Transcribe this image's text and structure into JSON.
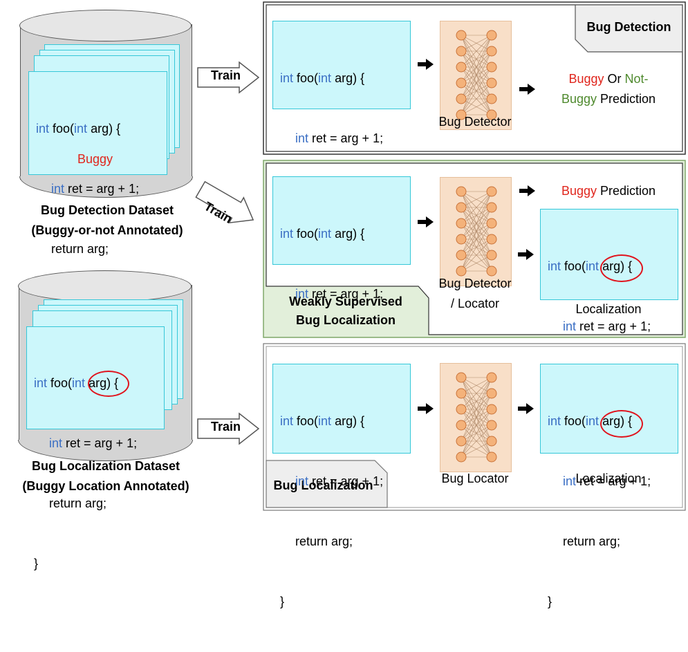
{
  "datasets": {
    "detection": {
      "line1": "Bug Detection Dataset",
      "line2": "(Buggy-or-not Annotated)",
      "annotation": "Buggy"
    },
    "localization": {
      "line1": "Bug Localization Dataset",
      "line2": "(Buggy Location Annotated)"
    }
  },
  "code": {
    "kw_int": "int",
    "foo_open": " foo(",
    "arg_open": " arg) {",
    "ret_rest": " ret = arg + 1;",
    "return_line": "return arg;",
    "return_word": "return",
    "arg_semicolon": " arg;",
    "close_brace": "}"
  },
  "train_label": "Train",
  "panels": {
    "detection": {
      "tag": "Bug Detection",
      "model": "Bug Detector",
      "out_buggy": "Buggy",
      "out_or": " Or ",
      "out_not1": "Not-",
      "out_not2": "Buggy",
      "out_pred": " Prediction"
    },
    "weak": {
      "tag_line1": "Weakly Supervised",
      "tag_line2": "Bug Localization",
      "model_line1": "Bug Detector",
      "model_line2": "/ Locator",
      "out_buggy": "Buggy",
      "out_pred": " Prediction",
      "out_loc": "Localization"
    },
    "localization": {
      "tag": "Bug Localization",
      "model": "Bug Locator",
      "out_loc": "Localization"
    }
  },
  "colors": {
    "card_fill": "#ccf7fb",
    "card_border": "#35c7d8",
    "keyword": "#3b6fc4",
    "buggy_red": "#e0261d",
    "not_buggy_green": "#4f8a2e",
    "weak_panel_fill": "#e2efda",
    "weak_panel_border": "#7fa769",
    "nn_fill": "#f8dfc8",
    "nn_node": "#f4b27a"
  }
}
